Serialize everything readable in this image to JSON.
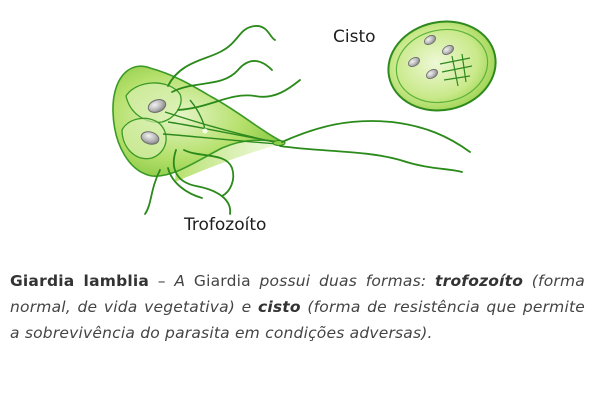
{
  "diagram": {
    "cyst_label": "Cisto",
    "trophozoite_label": "Trofozoíto",
    "colors": {
      "body_green": "#8ccb3c",
      "body_light": "#e3f3c6",
      "outline_green": "#2e8a1e",
      "flagella_green": "#1f7a16",
      "nucleus_gray": "#9a9a9a"
    }
  },
  "caption": {
    "parts": [
      "Giardia lamblia",
      " – ",
      "A ",
      "Giardia",
      " possui duas formas: ",
      "trofozoíto",
      " (forma normal, de vida vegetativa) e ",
      "cisto",
      " (forma de resistência que permite a sobrevivência do parasita em condições adversas)."
    ]
  }
}
